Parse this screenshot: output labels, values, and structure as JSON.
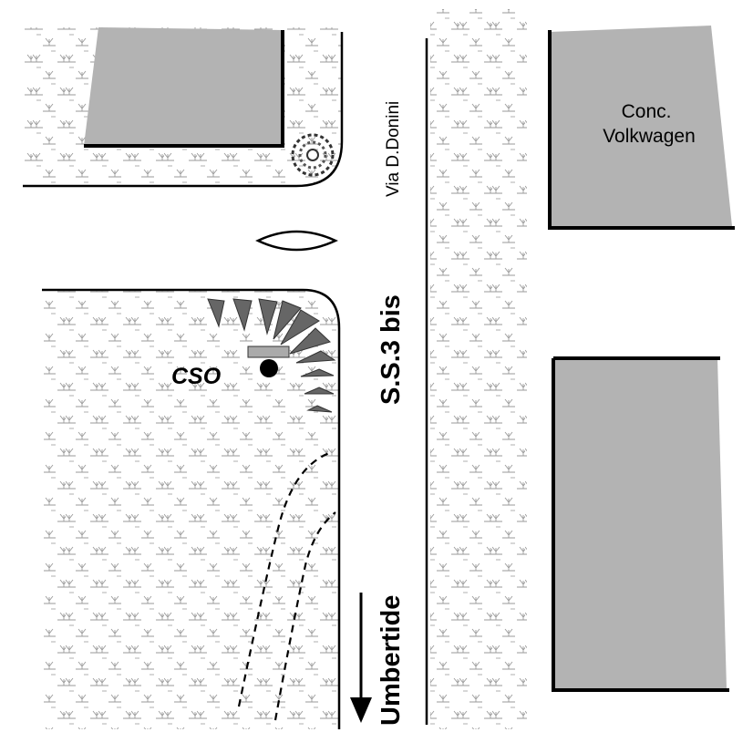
{
  "labels": {
    "street_donini": "Via D.Donini",
    "road_ss3bis": "S.S.3 bis",
    "direction": "Umbertide",
    "site": "CSO",
    "dealer": "Conc.\nVolkwagen"
  },
  "colors": {
    "building_fill": "#b3b3b3",
    "line": "#000000",
    "hedge": "#555555",
    "grass": "#9a9a9a",
    "background": "#ffffff"
  },
  "icons": {
    "direction_arrow": "arrow-down-icon",
    "site_marker": "black-dot-icon",
    "tree": "shrub-icon",
    "hedge": "spiky-hedge-icon"
  }
}
